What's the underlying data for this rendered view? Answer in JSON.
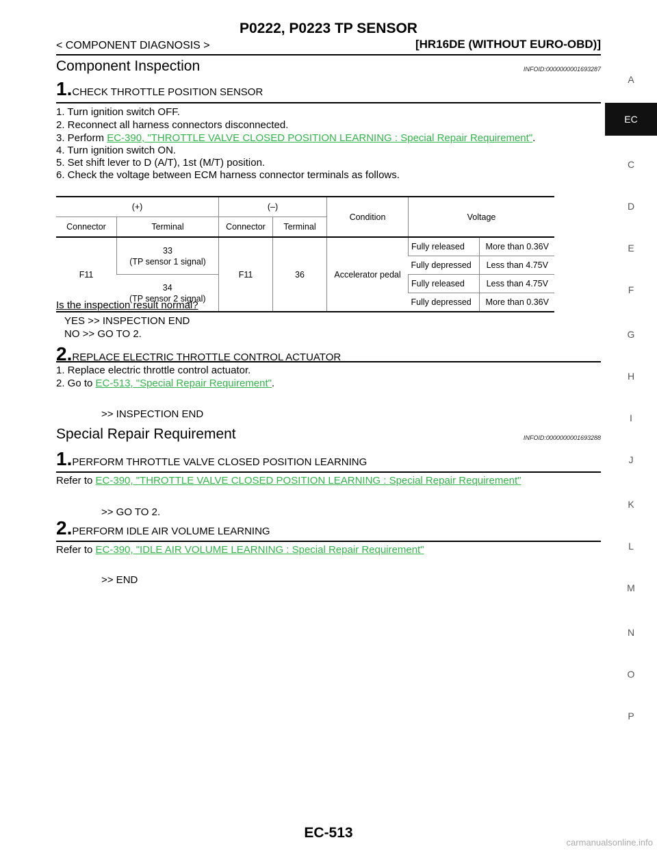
{
  "header": {
    "title": "P0222, P0223 TP SENSOR",
    "breadcrumb": "< COMPONENT DIAGNOSIS >",
    "engine": "[HR16DE (WITHOUT EURO-OBD)]"
  },
  "side_tabs": [
    "A",
    "EC",
    "C",
    "D",
    "E",
    "F",
    "G",
    "H",
    "I",
    "J",
    "K",
    "L",
    "M",
    "N",
    "O",
    "P"
  ],
  "active_tab": "EC",
  "section1": {
    "heading": "Component Inspection",
    "infoid": "INFOID:0000000001693287",
    "step1": {
      "num": "1.",
      "title": "CHECK THROTTLE POSITION SENSOR",
      "items": [
        "1. Turn ignition switch OFF.",
        "2. Reconnect all harness connectors disconnected.",
        "3. Perform ",
        "4. Turn ignition switch ON.",
        "5. Set shift lever to D (A/T), 1st (M/T) position.",
        "6. Check the voltage between ECM harness connector terminals as follows."
      ],
      "item3_link": "EC-390, \"THROTTLE VALVE CLOSED POSITION LEARNING : Special Repair Requirement\"",
      "item3_after": ".",
      "question": "Is the inspection result normal?",
      "yes": "YES    >> INSPECTION END",
      "no": "NO      >> GO TO 2."
    },
    "table": {
      "h_plus": "(+)",
      "h_minus": "(–)",
      "h_condition": "Condition",
      "h_voltage": "Voltage",
      "h_connector": "Connector",
      "h_terminal": "Terminal",
      "conn_plus": "F11",
      "term1": "33",
      "term1_sub": "(TP sensor 1 signal)",
      "term2": "34",
      "term2_sub": "(TP sensor 2 signal)",
      "conn_minus": "F11",
      "term_minus": "36",
      "condition": "Accelerator pedal",
      "rows": [
        {
          "state": "Fully released",
          "voltage": "More than 0.36V"
        },
        {
          "state": "Fully depressed",
          "voltage": "Less than 4.75V"
        },
        {
          "state": "Fully released",
          "voltage": "Less than 4.75V"
        },
        {
          "state": "Fully depressed",
          "voltage": "More than 0.36V"
        }
      ]
    },
    "step2": {
      "num": "2.",
      "title": "REPLACE ELECTRIC THROTTLE CONTROL ACTUATOR",
      "item1": "1. Replace electric throttle control actuator.",
      "item2": "2. Go to ",
      "item2_link": "EC-513, \"Special Repair Requirement\"",
      "item2_after": ".",
      "result": ">> INSPECTION END"
    }
  },
  "section2": {
    "heading": "Special Repair Requirement",
    "infoid": "INFOID:0000000001693288",
    "step1": {
      "num": "1.",
      "title": "PERFORM THROTTLE VALVE CLOSED POSITION LEARNING",
      "refer": "Refer to ",
      "link": "EC-390, \"THROTTLE VALVE CLOSED POSITION LEARNING : Special Repair Requirement\"",
      "result": ">> GO TO 2."
    },
    "step2": {
      "num": "2.",
      "title": "PERFORM IDLE AIR VOLUME LEARNING",
      "refer": "Refer to ",
      "link": "EC-390, \"IDLE AIR VOLUME LEARNING : Special Repair Requirement\"",
      "result": ">> END"
    }
  },
  "footer": {
    "page": "EC-513",
    "watermark": "carmanualsonline.info"
  }
}
